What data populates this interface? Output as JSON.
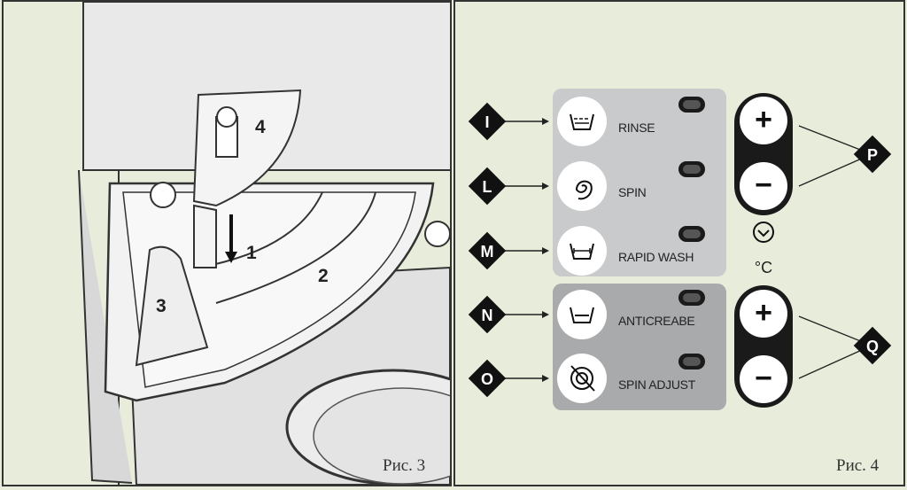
{
  "figure3": {
    "caption": "Рис. 3",
    "callouts": [
      "1",
      "2",
      "3",
      "4"
    ]
  },
  "figure4": {
    "caption": "Рис. 4",
    "buttons": [
      {
        "letter": "I",
        "label": "RINSE",
        "icon": "rinse-basin-icon"
      },
      {
        "letter": "L",
        "label": "SPIN",
        "icon": "spin-spiral-icon"
      },
      {
        "letter": "M",
        "label": "RAPID WASH",
        "icon": "rapid-wash-basin-icon"
      },
      {
        "letter": "N",
        "label": "ANTICREABE",
        "icon": "anticrease-basin-icon"
      },
      {
        "letter": "O",
        "label": "SPIN ADJUST",
        "icon": "spin-adjust-icon"
      }
    ],
    "time_control": {
      "letter": "P",
      "plus": "+",
      "minus": "−",
      "icon": "clock-icon"
    },
    "temp_control": {
      "letter": "Q",
      "plus": "+",
      "minus": "−",
      "unit": "°C"
    }
  }
}
